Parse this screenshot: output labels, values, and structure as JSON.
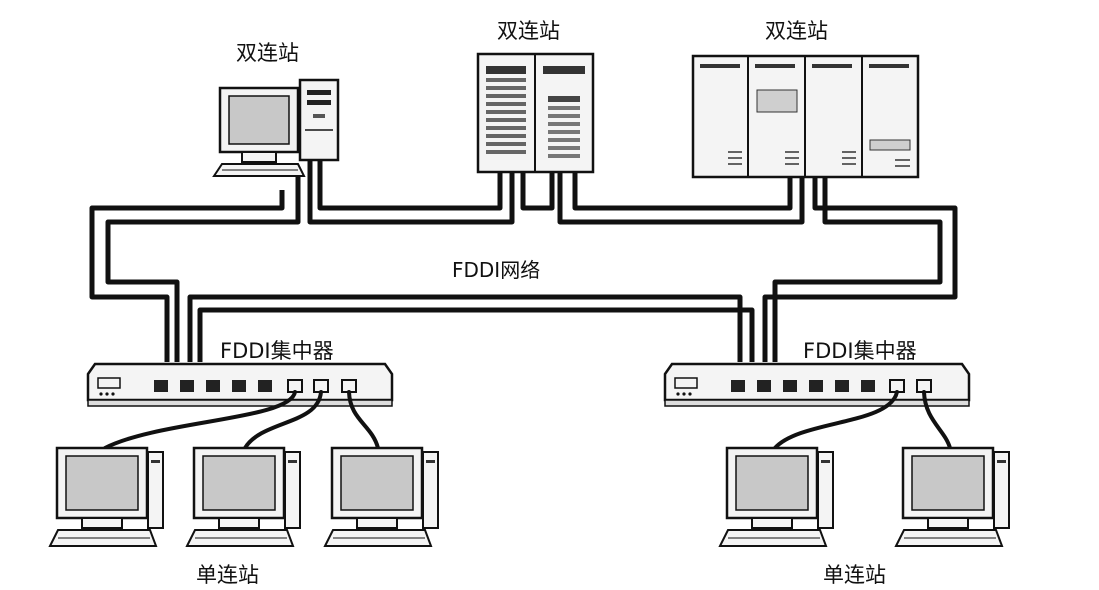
{
  "labels": {
    "dual_station_1": "双连站",
    "dual_station_2": "双连站",
    "dual_station_3": "双连站",
    "network": "FDDI网络",
    "concentrator_left": "FDDI集中器",
    "concentrator_right": "FDDI集中器",
    "single_station_left": "单连站",
    "single_station_right": "单连站"
  },
  "colors": {
    "line": "#111111",
    "device_fill": "#f4f4f4",
    "screen_fill": "#c8c8c8",
    "port_dark": "#222222"
  },
  "icons": {
    "workstation": "desktop-computer-icon",
    "server_small": "server-cabinet-icon",
    "server_large": "mainframe-cabinet-icon",
    "concentrator": "network-hub-icon",
    "single_station": "desktop-computer-icon"
  }
}
